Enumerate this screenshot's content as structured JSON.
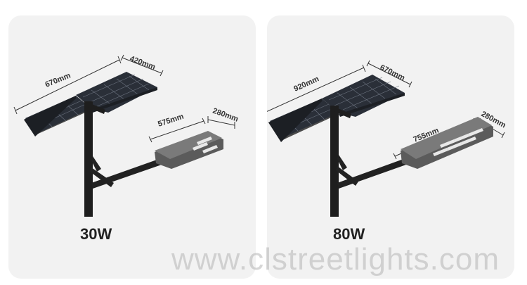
{
  "products": [
    {
      "power": "30W",
      "panel": {
        "length": "670mm",
        "width": "420mm"
      },
      "lamp": {
        "length": "575mm",
        "width": "280mm"
      }
    },
    {
      "power": "80W",
      "panel": {
        "length": "920mm",
        "width": "670mm"
      },
      "lamp": {
        "length": "755mm",
        "width": "280mm"
      }
    }
  ],
  "watermark": "www.clstreetlights.com"
}
